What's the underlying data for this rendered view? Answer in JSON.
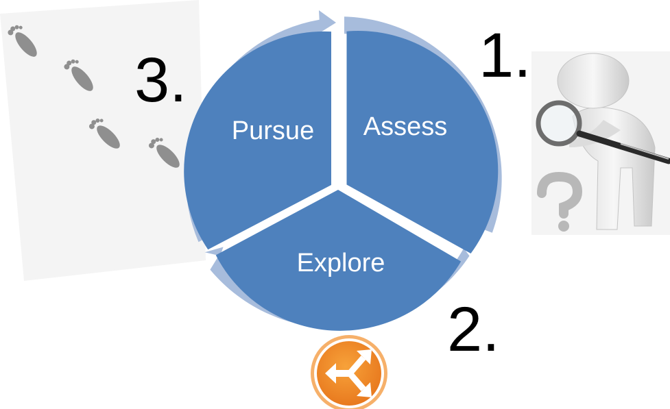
{
  "segments": [
    {
      "id": "assess",
      "label": "Assess"
    },
    {
      "id": "explore",
      "label": "Explore"
    },
    {
      "id": "pursue",
      "label": "Pursue"
    }
  ],
  "steps": [
    {
      "label": "1."
    },
    {
      "label": "2."
    },
    {
      "label": "3."
    }
  ],
  "icons": {
    "footprints": "footprints-icon",
    "inspector": "magnifying-glass-figure-icon",
    "question": "question-mark-icon",
    "crossroads": "crossroads-arrows-icon"
  },
  "colors": {
    "segment_fill": "#4e81bd",
    "ring": "#a7bcdc",
    "badge_orange": "#f0851f",
    "footprint": "#8f8f8f",
    "figure": "#e9e9e9"
  }
}
